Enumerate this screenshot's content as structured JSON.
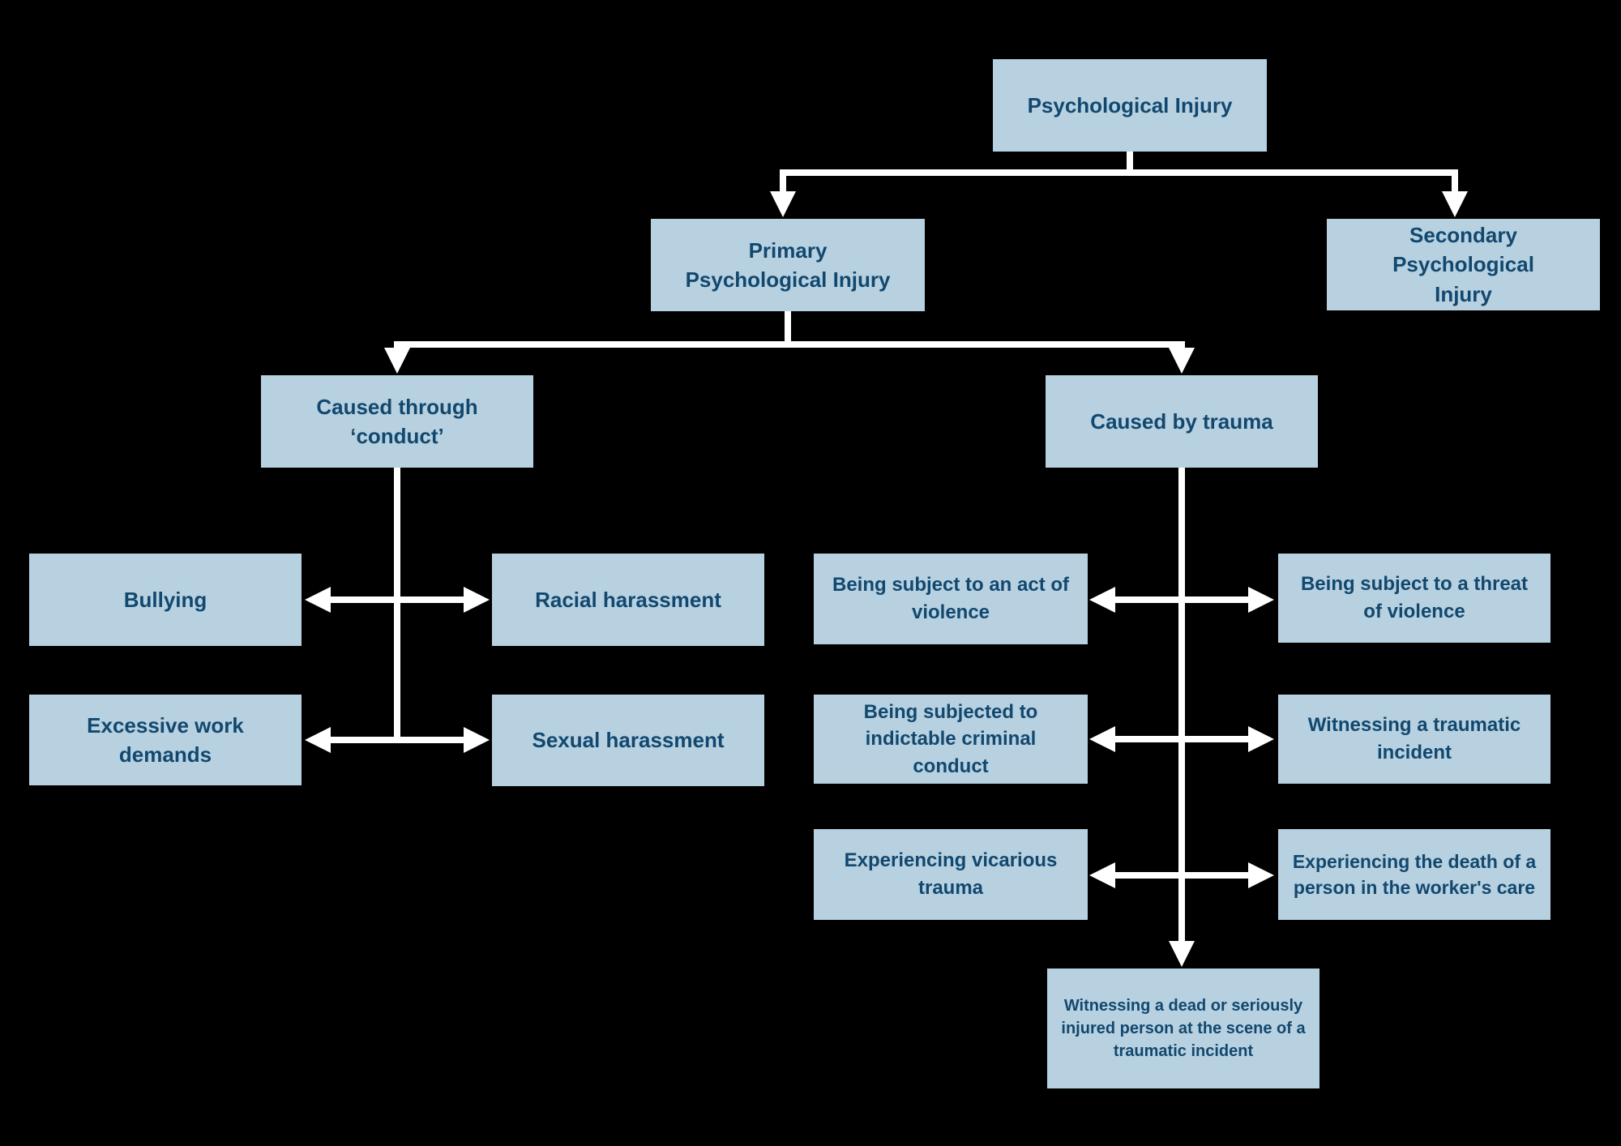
{
  "diagram": {
    "type": "flowchart",
    "background_color": "#000000",
    "connector_color": "#ffffff",
    "node_fill_color": "#b7d1e0",
    "node_text_color": "#12486f"
  },
  "nodes": {
    "root": {
      "label": "Psychological Injury"
    },
    "primary": {
      "label": "Primary\nPsychological Injury"
    },
    "secondary": {
      "label": "Secondary Psychological\nInjury"
    },
    "conduct": {
      "label": "Caused through ‘conduct’"
    },
    "trauma": {
      "label": "Caused by trauma"
    },
    "bullying": {
      "label": "Bullying"
    },
    "racial": {
      "label": "Racial harassment"
    },
    "excessive": {
      "label": "Excessive work demands"
    },
    "sexual": {
      "label": "Sexual harassment"
    },
    "act_violence": {
      "label": "Being subject to an act of\nviolence"
    },
    "threat_violence": {
      "label": "Being subject to a threat\nof violence"
    },
    "indictable": {
      "label": "Being subjected to\nindictable criminal conduct"
    },
    "witness_incident": {
      "label": "Witnessing a traumatic\nincident"
    },
    "vicarious": {
      "label": "Experiencing vicarious\ntrauma"
    },
    "death_care": {
      "label": "Experiencing the death of a\nperson in the worker's care"
    },
    "witness_dead": {
      "label": "Witnessing a dead or seriously\ninjured person at the scene of a\ntraumatic incident"
    }
  },
  "edges": [
    {
      "from": "root",
      "to": "primary"
    },
    {
      "from": "root",
      "to": "secondary"
    },
    {
      "from": "primary",
      "to": "conduct"
    },
    {
      "from": "primary",
      "to": "trauma"
    },
    {
      "from": "conduct",
      "to": "bullying"
    },
    {
      "from": "conduct",
      "to": "racial"
    },
    {
      "from": "conduct",
      "to": "excessive"
    },
    {
      "from": "conduct",
      "to": "sexual"
    },
    {
      "from": "trauma",
      "to": "act_violence"
    },
    {
      "from": "trauma",
      "to": "threat_violence"
    },
    {
      "from": "trauma",
      "to": "indictable"
    },
    {
      "from": "trauma",
      "to": "witness_incident"
    },
    {
      "from": "trauma",
      "to": "vicarious"
    },
    {
      "from": "trauma",
      "to": "death_care"
    },
    {
      "from": "trauma",
      "to": "witness_dead"
    }
  ]
}
